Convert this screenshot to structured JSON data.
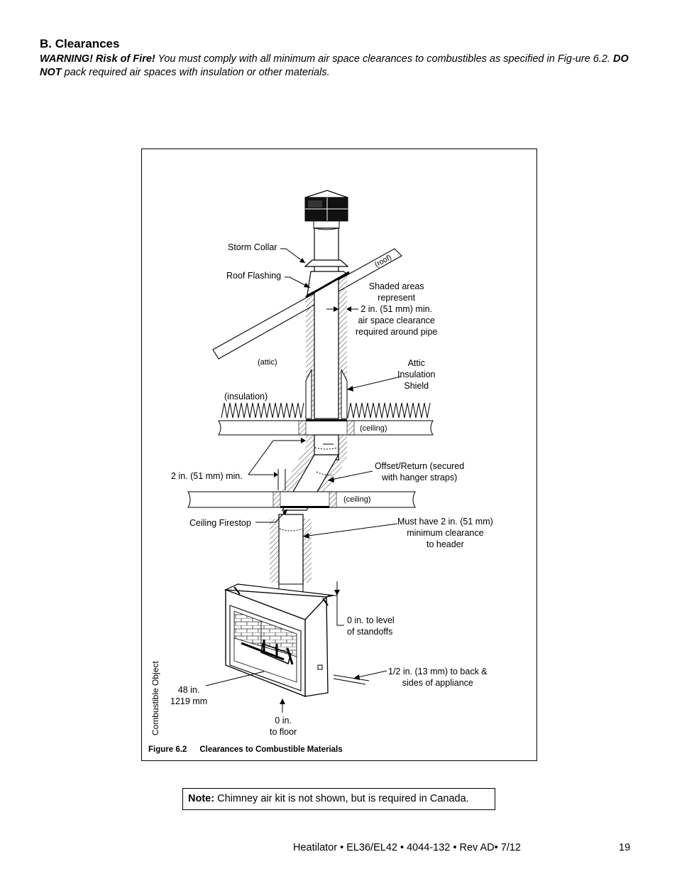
{
  "section": {
    "title": "B. Clearances",
    "warning_lead": "WARNING! Risk of Fire!",
    "warning_text_1": " You must comply with all minimum air space clearances to combustibles as specified in Fig-ure 6.2. ",
    "warning_bold": "DO NOT",
    "warning_text_2": " pack required air spaces with insulation or other materials."
  },
  "figure": {
    "labels": {
      "storm_collar": "Storm Collar",
      "roof_flashing": "Roof Flashing",
      "roof": "(roof)",
      "shaded_areas": "Shaded areas\nrepresent\n2 in. (51 mm) min.\nair space clearance\nrequired around pipe",
      "attic": "(attic)",
      "attic_insulation_shield": "Attic\nInsulation\nShield",
      "insulation": "(insulation)",
      "ceiling_upper": "(ceiling)",
      "offset_return": "Offset/Return (secured\nwith hanger straps)",
      "two_in_min": "2 in. (51 mm) min.",
      "ceiling_lower": "(ceiling)",
      "ceiling_firestop": "Ceiling Firestop",
      "header_clearance": "Must have 2 in. (51 mm)\nminimum clearance\nto header",
      "standoffs": "0 in. to level\nof standoffs",
      "back_sides": "1/2 in. (13 mm) to back &\nsides of appliance",
      "combustible_object": "Combustible Object",
      "forty_eight": "48 in.\n1219 mm",
      "zero_floor": "0 in.\nto floor"
    },
    "caption_number": "Figure 6.2",
    "caption_title": "Clearances to Combustible Materials"
  },
  "note": {
    "label": "Note:",
    "text": " Chimney air kit is not shown, but is required in Canada."
  },
  "footer": {
    "text": "Heatilator • EL36/EL42 • 4044-132 • Rev AD• 7/12",
    "page": "19"
  }
}
